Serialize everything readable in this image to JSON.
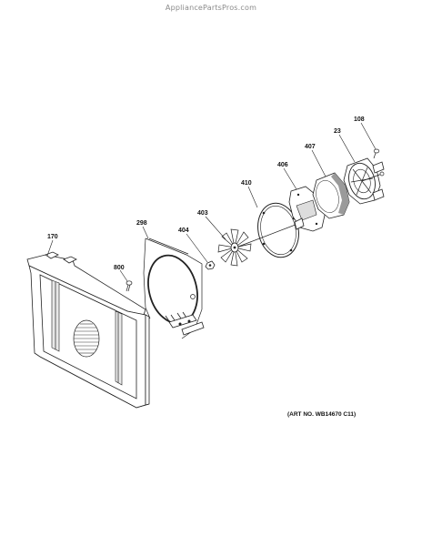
{
  "watermark": "AppliancePartsPros.com",
  "art_number": "(ART NO. WB14670 C11)",
  "callouts": {
    "c170": "170",
    "c800": "800",
    "c298": "298",
    "c404": "404",
    "c403": "403",
    "c410": "410",
    "c406": "406",
    "c407": "407",
    "c23": "23",
    "c108": "108"
  }
}
